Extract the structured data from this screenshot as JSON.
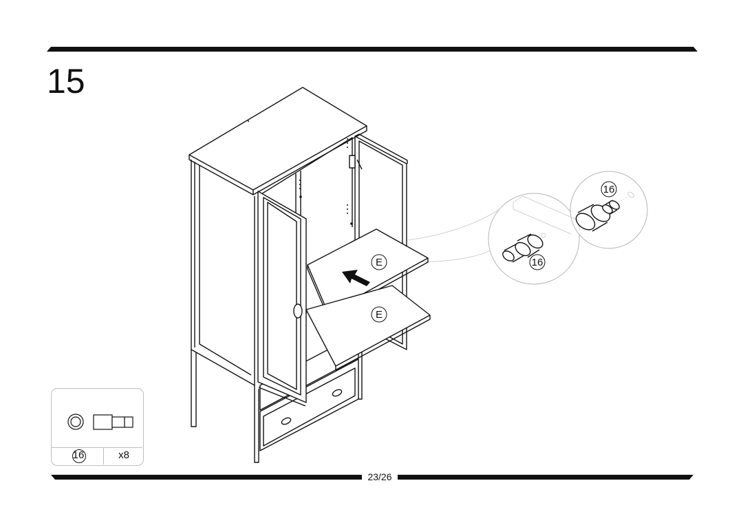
{
  "step": {
    "number": "15"
  },
  "illustration": {
    "shelf_labels": [
      "E",
      "E"
    ],
    "callout_labels": [
      "16",
      "16"
    ]
  },
  "parts": {
    "items": [
      {
        "id": "16",
        "quantity": "x8"
      }
    ]
  },
  "footer": {
    "page": "23/26"
  }
}
